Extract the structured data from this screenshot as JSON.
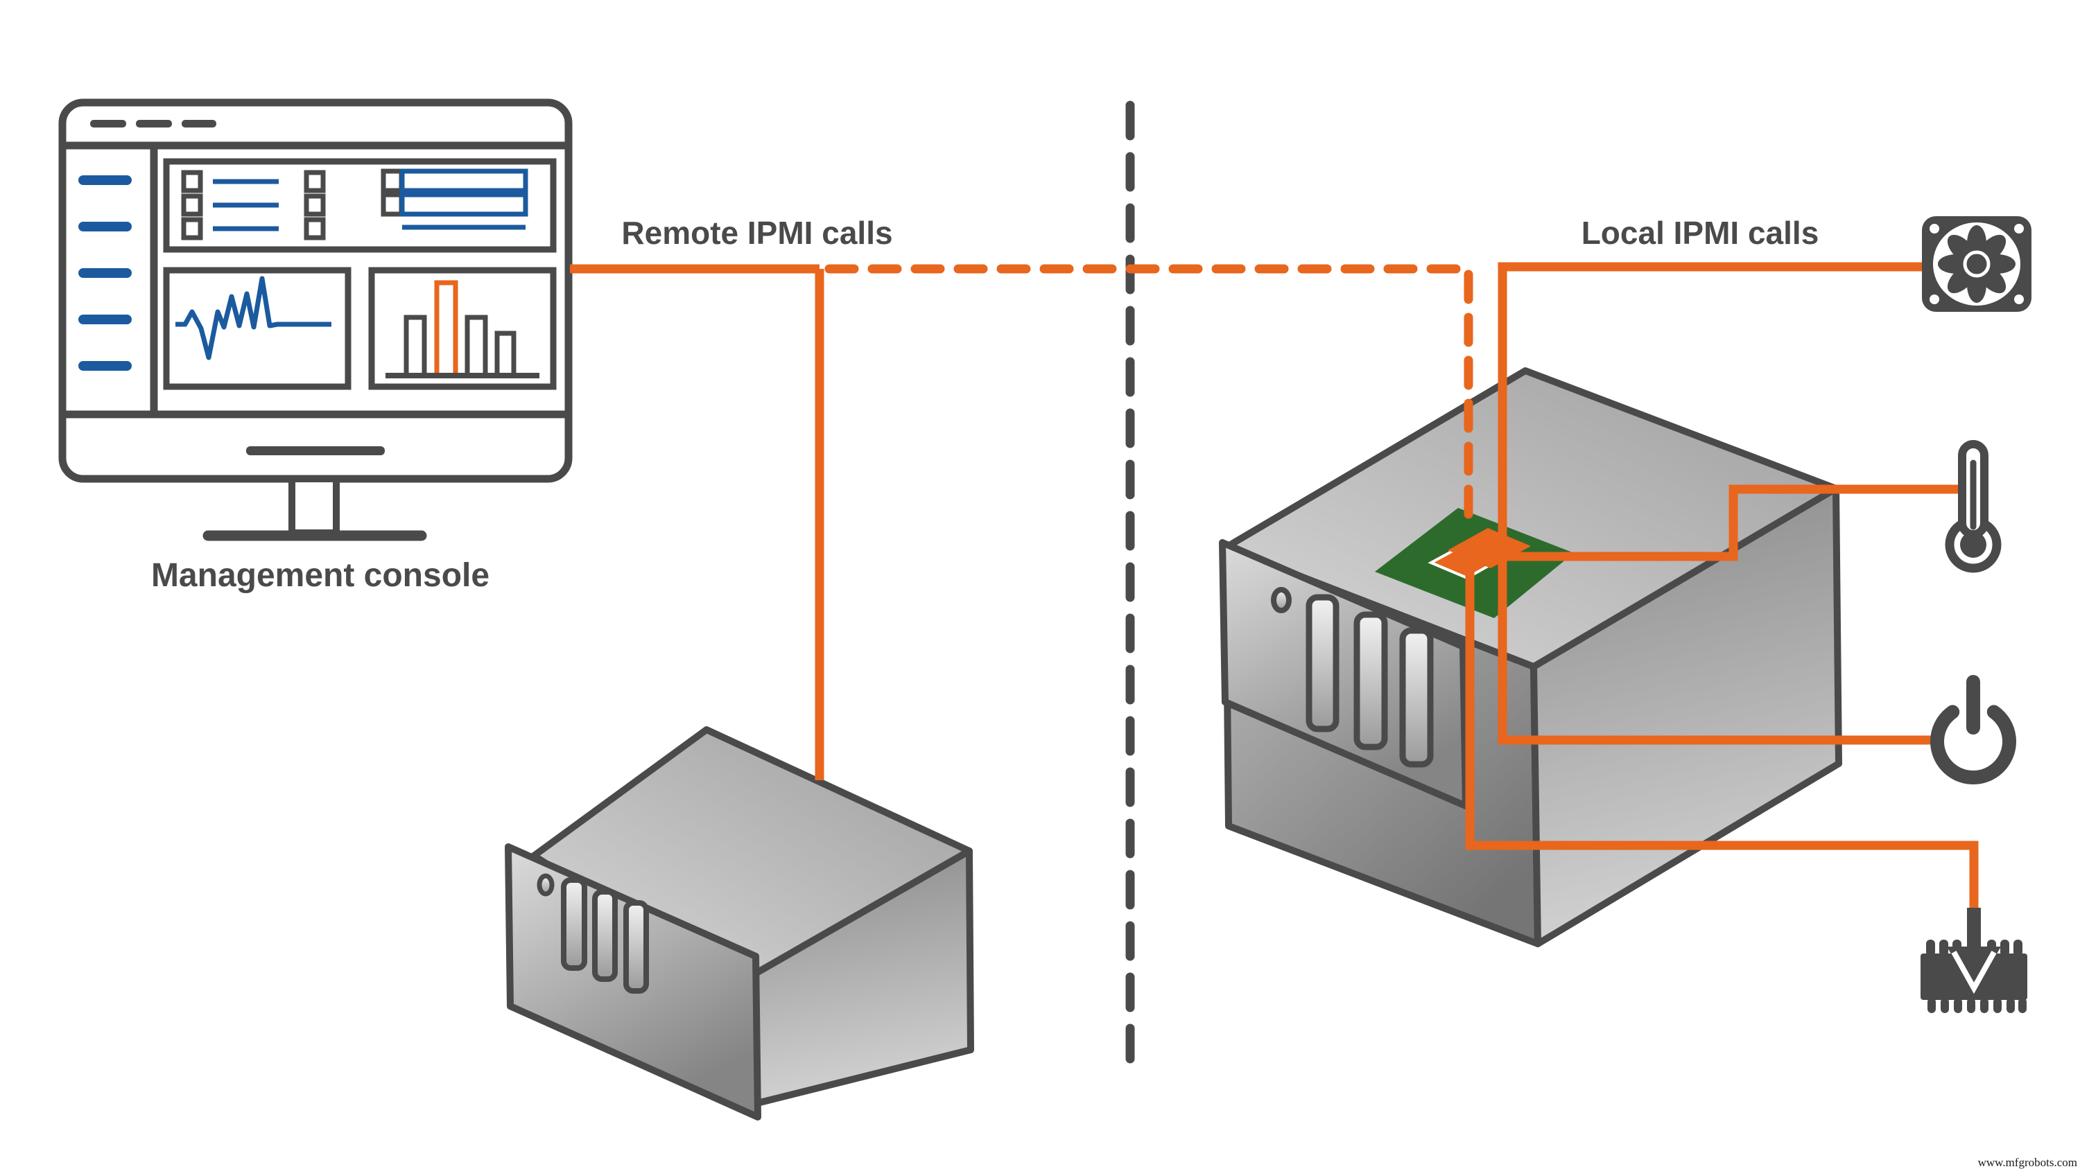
{
  "diagram": {
    "console_label": "Management console",
    "remote_label": "Remote IPMI calls",
    "local_label": "Local IPMI calls",
    "watermark": "www.mfgrobots.com"
  },
  "colors": {
    "orange": "#E8661D",
    "outline": "#4A4A4A",
    "blue": "#1B5A9E",
    "green": "#2D6B2D"
  },
  "icons": {
    "fan": "fan",
    "thermometer": "thermometer",
    "power": "power-button",
    "firmware": "firmware-chip",
    "bmc": "bmc-chip",
    "console": "management-console-monitor",
    "server_left": "management-side-server",
    "server_right": "managed-server"
  }
}
